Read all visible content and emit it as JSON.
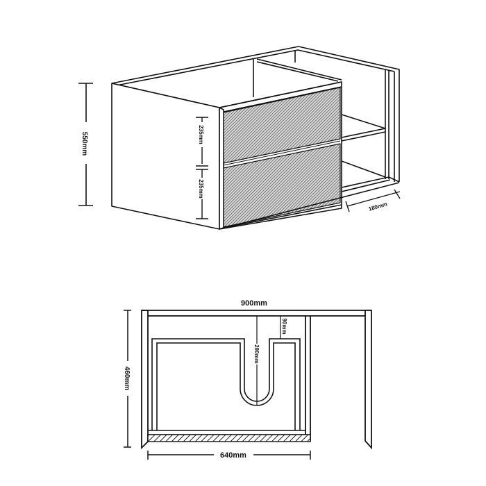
{
  "diagram": {
    "type": "technical-drawing",
    "subject": "wall-hung vanity cabinet with two drawers and open side shelf",
    "colors": {
      "line": "#111111",
      "background": "#ffffff",
      "hatch": "#555555"
    }
  },
  "perspective_view": {
    "height_label": "550mm",
    "upper_drawer_label": "235mm",
    "lower_drawer_label": "235mm",
    "shelf_depth_label": "180mm"
  },
  "plan_view": {
    "width_label": "900mm",
    "depth_label": "460mm",
    "drawer_width_label": "640mm",
    "notch_depth_label": "290mm",
    "notch_offset_label": "90mm"
  }
}
